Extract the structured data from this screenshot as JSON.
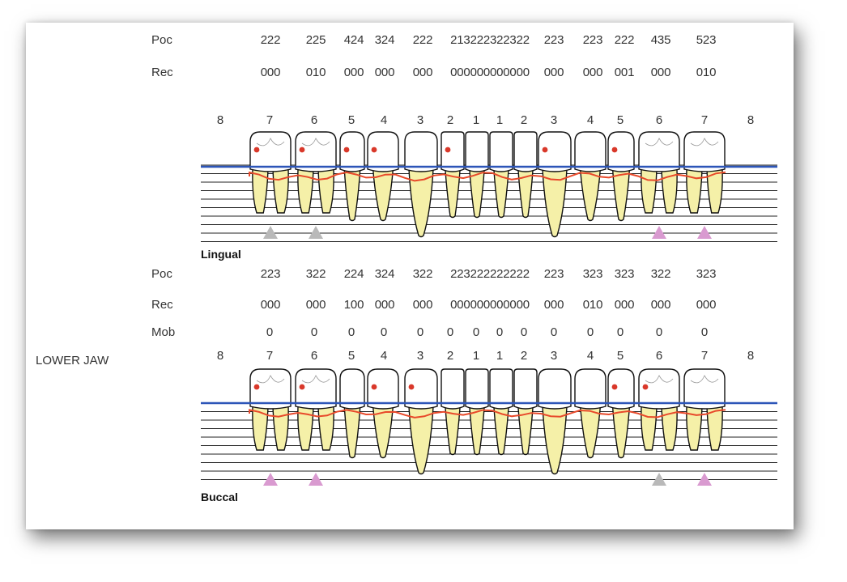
{
  "labels": {
    "poc": "Poc",
    "rec": "Rec",
    "mob": "Mob",
    "jaw": "LOWER JAW",
    "lingual": "Lingual",
    "buccal": "Buccal"
  },
  "tooth_numbers": [
    "8",
    "7",
    "6",
    "5",
    "4",
    "3",
    "2",
    "1",
    "1",
    "2",
    "3",
    "4",
    "5",
    "6",
    "7",
    "8"
  ],
  "lingual": {
    "poc": [
      "222",
      "225",
      "424",
      "324",
      "222",
      "213222322322",
      "223",
      "223",
      "222",
      "435",
      "523"
    ],
    "rec": [
      "000",
      "010",
      "000",
      "000",
      "000",
      "000000000000",
      "000",
      "000",
      "001",
      "000",
      "010"
    ]
  },
  "buccal": {
    "poc": [
      "223",
      "322",
      "224",
      "324",
      "322",
      "223222222222",
      "223",
      "323",
      "323",
      "322",
      "323"
    ],
    "rec": [
      "000",
      "000",
      "100",
      "000",
      "000",
      "000000000000",
      "000",
      "010",
      "000",
      "000",
      "000"
    ],
    "mob": [
      "0",
      "0",
      "0",
      "0",
      "0",
      "0",
      "0",
      "0",
      "0",
      "0",
      "0",
      "0",
      "0",
      "0"
    ]
  },
  "colors": {
    "gingival": "#e8492a",
    "mucogingival": "#2c55b8",
    "tooth_fill": "#f5f0a8",
    "furcation_gray": "#b9b9b9",
    "furcation_pink": "#d99ad0",
    "bleeding": "#d9382a"
  }
}
